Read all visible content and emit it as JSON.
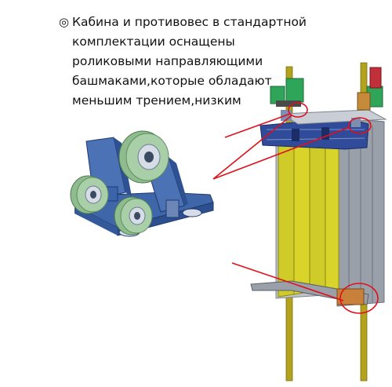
{
  "caption": {
    "bullet": "◎",
    "lines": [
      "Кабина и противовес в стандартной",
      "комплектации оснащены",
      "роликовыми направляющими",
      "башмаками,которые обладают",
      "меньшим трением,низким"
    ]
  },
  "colors": {
    "roller": "#a9cfa9",
    "bracket": "#3f66a8",
    "rail": "#b3a21c",
    "door_panel": "#d8d42a",
    "frame": "#2f4b9a",
    "callout": "#e0101a",
    "motor": "#2fa55a"
  },
  "icons": {
    "bullet": "double-circle-bullet-icon"
  }
}
